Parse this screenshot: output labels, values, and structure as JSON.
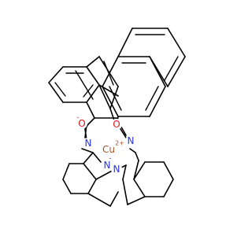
{
  "structure": {
    "atoms": [
      {
        "symbol": "Cu",
        "charge": "2+",
        "color": "#a6522c"
      },
      {
        "symbol": "O",
        "charge": "-",
        "color": "#e2161e"
      },
      {
        "symbol": "O",
        "charge": "-",
        "color": "#e2161e"
      },
      {
        "symbol": "N",
        "charge": "",
        "color": "#2b35e8"
      },
      {
        "symbol": "N",
        "charge": "",
        "color": "#2b35e8"
      },
      {
        "symbol": "N",
        "charge": "-",
        "color": "#2b35e8"
      },
      {
        "symbol": "N",
        "charge": "",
        "color": "#2b35e8"
      }
    ]
  }
}
